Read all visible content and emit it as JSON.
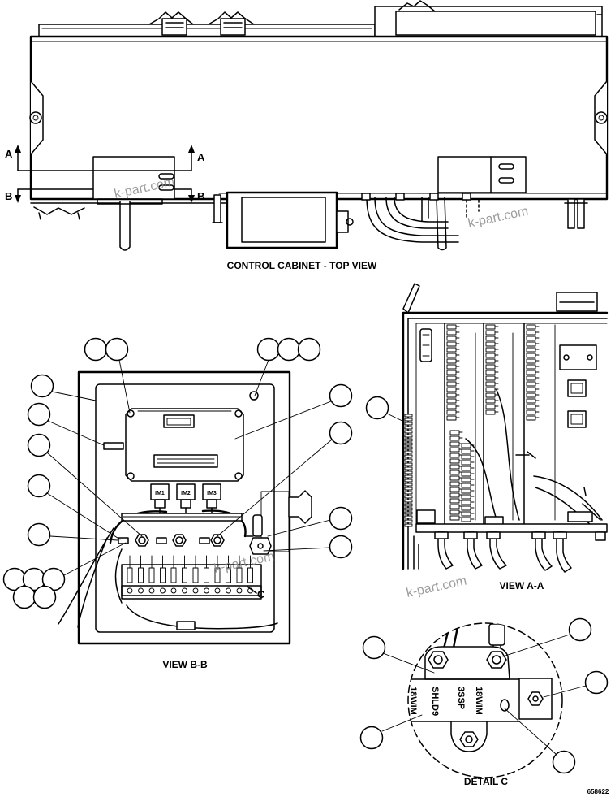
{
  "top_view": {
    "arrow_a_left": "A",
    "arrow_b_left": "B",
    "arrow_a_right": "A",
    "arrow_b_right": "B",
    "caption": "CONTROL CABINET - TOP VIEW"
  },
  "view_bb": {
    "caption": "VIEW B-B",
    "connectors": [
      "IM1",
      "IM2",
      "IM3"
    ],
    "detail_marker": "C"
  },
  "view_aa": {
    "caption": "VIEW A-A"
  },
  "detail_c": {
    "caption": "DETAIL C",
    "wire_labels": [
      "18WIM",
      "SHLD9",
      "3SSP",
      "18WIM"
    ]
  },
  "drawing_number": "658622",
  "watermarks": [
    "k-part.com",
    "k-part.com",
    "k-part.com",
    "k-part.com"
  ]
}
